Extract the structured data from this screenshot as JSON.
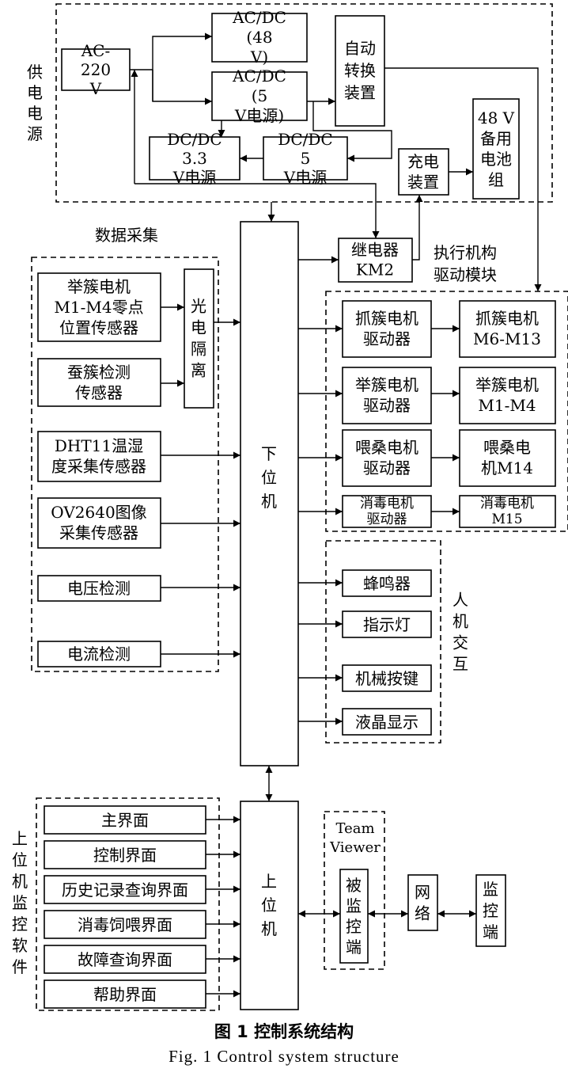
{
  "groups": {
    "power": "供电电源",
    "data_acq": "数据采集",
    "actuator": "执行机构驱动模块",
    "hmi": "人机交互",
    "software": "上位机监控软件",
    "teamviewer": "Team Viewer"
  },
  "power": {
    "ac220": "AC- 220 V",
    "acdc48": "AC/DC (48 V)",
    "acdc5": "AC/DC (5 V电源)",
    "auto_switch": "自动转换装置",
    "dcdc33": "DC/DC 3.3 V电源",
    "dcdc5": "DC/DC 5 V电源",
    "charger": "充电装置",
    "battery": "48 V备用电池组"
  },
  "lower_pc": "下位机",
  "upper_pc": "上位机",
  "relay": "继电器 KM2",
  "sensors": {
    "zero_sensor": "举簇电机 M1-M4零点 位置传感器",
    "cocoon_sensor": "蚕簇检测 传感器",
    "isolation": "光电隔离",
    "dht11": "DHT11温湿 度采集传感器",
    "ov2640": "OV2640图像 采集传感器",
    "voltage": "电压检测",
    "current": "电流检测"
  },
  "drivers": [
    {
      "driver": "抓簇电机 驱动器",
      "motor": "抓簇电机 M6-M13"
    },
    {
      "driver": "举簇电机 驱动器",
      "motor": "举簇电机 M1-M4"
    },
    {
      "driver": "喂桑电机 驱动器",
      "motor": "喂桑电 机M14"
    },
    {
      "driver": "消毒电机 驱动器",
      "motor": "消毒电机 M15"
    }
  ],
  "hmi_items": [
    "蜂鸣器",
    "指示灯",
    "机械按键",
    "液晶显示"
  ],
  "software_items": [
    "主界面",
    "控制界面",
    "历史记录查询界面",
    "消毒饲喂界面",
    "故障查询界面",
    "帮助界面"
  ],
  "remote": {
    "monitored": "被监控端",
    "network": "网络",
    "monitor": "监控端"
  },
  "caption": {
    "cn": "图 1 控制系统结构",
    "en": "Fig. 1 Control system structure"
  }
}
